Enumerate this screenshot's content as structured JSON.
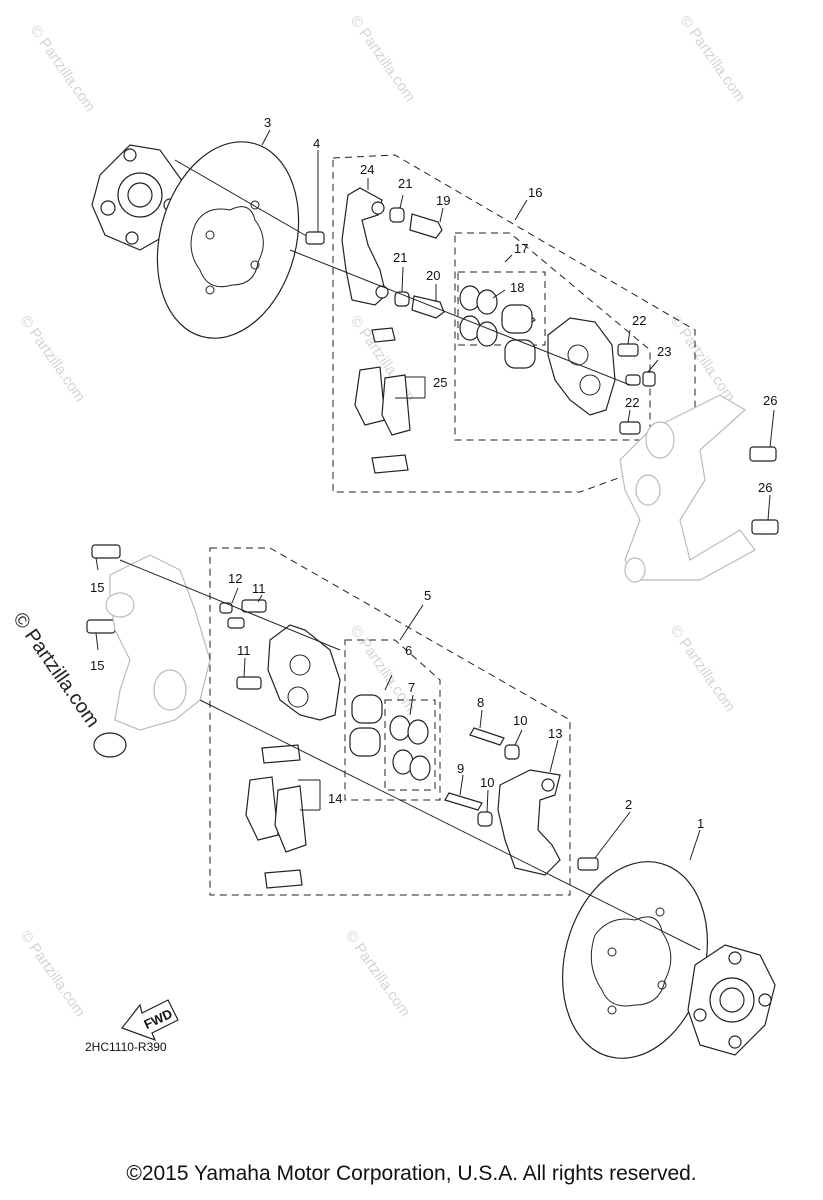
{
  "watermark": "© Partzilla.com",
  "side_watermark": "© Partzilla.com",
  "diagram_code": "2HC1110-R390",
  "fwd_label": "FWD",
  "copyright": "©2015 Yamaha Motor Corporation, U.S.A. All rights reserved.",
  "callouts": {
    "c1": "1",
    "c2": "2",
    "c3": "3",
    "c4": "4",
    "c5": "5",
    "c6": "6",
    "c7": "7",
    "c8": "8",
    "c9": "9",
    "c10a": "10",
    "c10b": "10",
    "c11a": "11",
    "c11b": "11",
    "c12": "12",
    "c13": "13",
    "c14": "14",
    "c15a": "15",
    "c15b": "15",
    "c16": "16",
    "c17": "17",
    "c18": "18",
    "c19": "19",
    "c20": "20",
    "c21a": "21",
    "c21b": "21",
    "c22a": "22",
    "c22b": "22",
    "c23": "23",
    "c24": "24",
    "c25": "25",
    "c26a": "26",
    "c26b": "26"
  }
}
